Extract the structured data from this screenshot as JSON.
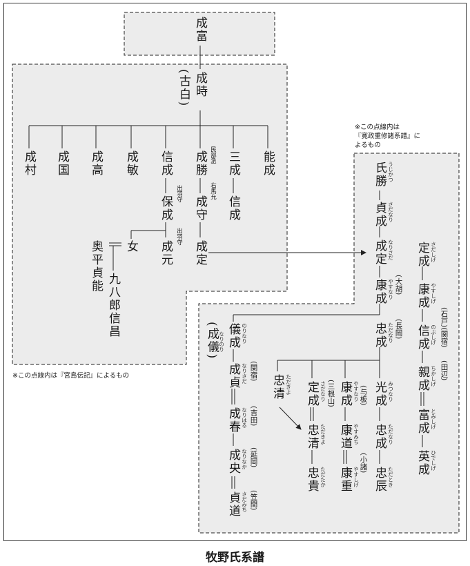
{
  "caption": "牧野氏系譜",
  "notes": {
    "left": "※この点線内は『宮島伝記』によるもの",
    "right_line1": "※この点線内は",
    "right_line2": "『寛政重修諸系譜』に",
    "right_line3": "よるもの"
  },
  "left_tree": {
    "shigetomi": "成富",
    "shigetoki": "成時",
    "shigetoki_alt": "(古白)",
    "children": [
      "成村",
      "成国",
      "成高",
      "成敏",
      "信成",
      "成勝",
      "三成",
      "能成"
    ],
    "shigekatsu_title": "民部丞",
    "yasushige": "保成",
    "yasushige_title": "出羽守",
    "shigemori": "成守",
    "shigemori_title": "右馬允",
    "nobushige_son": "信成",
    "onna": "女",
    "okudaira": "奥平貞能",
    "kuhachiro": "九八郎信昌",
    "narimoto": "成元",
    "narimoto_title": "出羽守",
    "narisada": "成定"
  },
  "right_tree": {
    "main": [
      {
        "name": "氏勝",
        "ruby": "うじかつ"
      },
      {
        "name": "貞成",
        "ruby": "さだなり"
      },
      {
        "name": "成定",
        "ruby": "なりさだ"
      },
      {
        "name": "康成",
        "ruby": "やすなり",
        "place": "(大胡)"
      },
      {
        "name": "忠成",
        "ruby": "ただなり",
        "place": "(長岡)"
      }
    ],
    "ishido": [
      {
        "name": "定成",
        "ruby": "さだしげ"
      },
      {
        "name": "康成",
        "ruby": "やすしげ"
      },
      {
        "name": "信成",
        "ruby": "のぶしげ",
        "place": "(石戸)(関宿)"
      },
      {
        "name": "親成",
        "ruby": "ちかしげ",
        "place": "(田辺)"
      },
      {
        "name": "富成",
        "ruby": "とみしげ"
      },
      {
        "name": "英成",
        "ruby": "ひでしげ"
      }
    ],
    "nori": [
      {
        "name": "儀成",
        "ruby": "のりなり",
        "alt": "(成儀)",
        "alt_ruby": "なりのり"
      },
      {
        "name": "成貞",
        "ruby": "なりさだ",
        "place": "(関宿)"
      },
      {
        "name": "成春",
        "ruby": "なりはる",
        "place": "(吉田)"
      },
      {
        "name": "成央",
        "ruby": "なりなか",
        "place": "(延岡)"
      },
      {
        "name": "貞道",
        "ruby": "さだみち",
        "place": "(笠間)"
      }
    ],
    "tadakiyo_a": {
      "name": "忠清",
      "ruby": "ただきよ"
    },
    "sadashige": [
      {
        "name": "定成",
        "ruby": "さだなり",
        "place": "(三根山)"
      },
      {
        "name": "忠清",
        "ruby": "ただきよ"
      },
      {
        "name": "忠貴",
        "ruby": "ただたか"
      }
    ],
    "yasushige": [
      {
        "name": "康成",
        "ruby": "やすなり",
        "place": "(与板)"
      },
      {
        "name": "康道",
        "ruby": "やすみち"
      },
      {
        "name": "康重",
        "ruby": "やすしげ",
        "place": "(小諸)"
      }
    ],
    "mitsushige": [
      {
        "name": "光成",
        "ruby": "みつなり"
      },
      {
        "name": "忠成",
        "ruby": "ただなり"
      },
      {
        "name": "忠辰",
        "ruby": "ただとき"
      }
    ]
  }
}
